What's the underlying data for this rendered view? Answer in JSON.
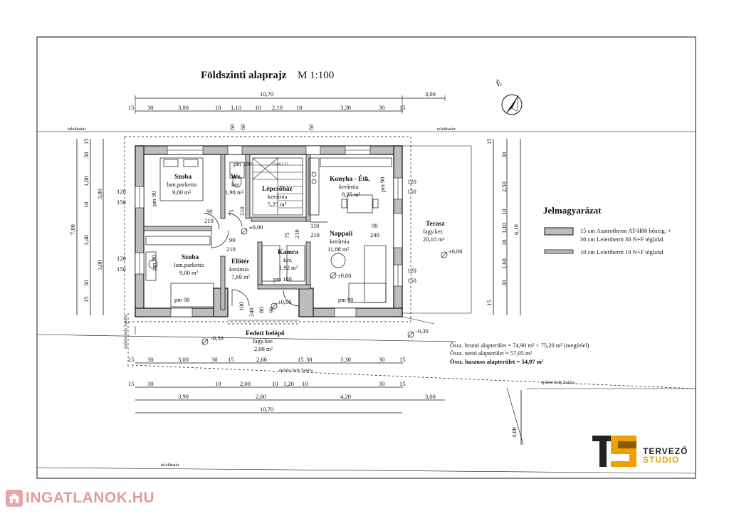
{
  "title": "Földszinti alaprajz",
  "scale": "M 1:100",
  "north_label": "É",
  "boundary_labels": {
    "plot_top_left": "telekhatár",
    "plot_top_right": "telekhatár",
    "plot_bottom": "telekhatár",
    "build_limit_left": "építési hely határa",
    "build_limit_mid": "építési hely határa",
    "build_limit_right": "építési hely határa",
    "right_distance": "4,00"
  },
  "dims_top": {
    "overall": [
      "10,70",
      "3,00"
    ],
    "chain": [
      "15",
      "30",
      "3,00",
      "10",
      "1,10",
      "10",
      "2,10",
      "10",
      "3,30",
      "30",
      "15"
    ],
    "openings": [
      "60",
      "60",
      "60"
    ]
  },
  "dims_bottom": {
    "chain1": [
      "15",
      "30",
      "3,00",
      "30",
      "15",
      "2,60",
      "15",
      "30",
      "3,30",
      "30",
      "15"
    ],
    "chain2": [
      "15",
      "30",
      "10",
      "2,00",
      "10",
      "1,20",
      "10",
      "30",
      "15"
    ],
    "chain3": [
      "3,90",
      "2,60",
      "4,20",
      "3,00"
    ],
    "overall": "10,70"
  },
  "dims_left": {
    "overall": "7,00",
    "chain": [
      "15",
      "30",
      "1,80",
      "10",
      "3,40",
      "3,00",
      "30",
      "15"
    ],
    "chain_b": [
      "3,00"
    ],
    "windows": [
      "120",
      "150",
      "120",
      "150"
    ]
  },
  "dims_right": {
    "overall": [
      "2,50",
      "6,10",
      "1,10",
      "10",
      "1,60",
      "10"
    ],
    "chain": [
      "15",
      "30",
      "30",
      "15"
    ],
    "windows": [
      "120",
      "150",
      "120",
      "150"
    ]
  },
  "rooms": [
    {
      "id": "szoba1",
      "name": "Szoba",
      "floor": "lam.parketta",
      "area": "9,00 m²"
    },
    {
      "id": "wc",
      "name": "Wc",
      "floor": "ker.",
      "area": "1,98 m²"
    },
    {
      "id": "lepcsohaz",
      "name": "Lépcsőház",
      "floor": "kerámia",
      "area": "5,25 m²"
    },
    {
      "id": "konyha",
      "name": "Konyha - Étk.",
      "floor": "kerámia",
      "area": "8,25 m²"
    },
    {
      "id": "szoba2",
      "name": "Szoba",
      "floor": "lam.parketta",
      "area": "9,00 m²"
    },
    {
      "id": "eloter",
      "name": "Előtér",
      "floor": "kerámia",
      "area": "7,69 m²"
    },
    {
      "id": "kamra",
      "name": "Kamra",
      "floor": "ker.",
      "area": "1,92 m²"
    },
    {
      "id": "nappali",
      "name": "Nappali",
      "floor": "kerámia",
      "area": "11,88 m²"
    },
    {
      "id": "terasz",
      "name": "Terasz",
      "floor": "fagy.ker.",
      "area": "20,10 m²"
    },
    {
      "id": "fedett",
      "name": "Fedett belépő",
      "floor": "fagy.ker.",
      "area": "2,08 m²"
    }
  ],
  "interior_labels": {
    "door_90_a": "90",
    "door_210_a": "210",
    "door_90_b": "90",
    "door_210_b": "210",
    "door_110": "110",
    "door_210_c": "210",
    "door_90_c": "90",
    "door_240": "240",
    "wc_pm": "pm 180",
    "wc_75": "75",
    "wc_210": "210",
    "kamra_75": "75",
    "kamra_210": "210",
    "kamra_pm": "pm 180",
    "pm_90_a": "pm 90",
    "pm_90_b": "pm 90",
    "pm_90_c": "pm 90",
    "pm_90_d": "pm 90",
    "pm_90_e": "pm 90",
    "entry_100": "100",
    "entry_240": "240",
    "entry_80": "80",
    "entry_90": "90",
    "stair_label": "17x16,5 17"
  },
  "levels": {
    "l1": "±0,00",
    "l2": "±0,00",
    "l3": "±0,00",
    "l4": "±0,00",
    "l5": "-0,30",
    "l6": "-0,30"
  },
  "legend": {
    "title": "Jelmagyarázat",
    "item1_line1": "15 cm Austrotherm AT-H80 hőszig. +",
    "item1_line2": "30 cm Leiertherm 30 N+F téglafal",
    "item2": "10 cm Leiertherm 10 N+F téglafal"
  },
  "totals": {
    "brutto": "Össz. bruttó alapterület = 74,90 m² < 75,20 m² (megfelel)",
    "netto": "Össz. nettó alapterület = 57,05 m²",
    "hasznos": "Össz. hasznos alapterület = 54,97 m²"
  },
  "studio": {
    "line1": "TERVEZŐ",
    "line2": "STUDIO"
  },
  "watermark": "INGATLANOK.HU",
  "colors": {
    "wall_fill": "#bdbdbd",
    "logo_orange": "#f0a000",
    "watermark": "#e39c9c"
  }
}
